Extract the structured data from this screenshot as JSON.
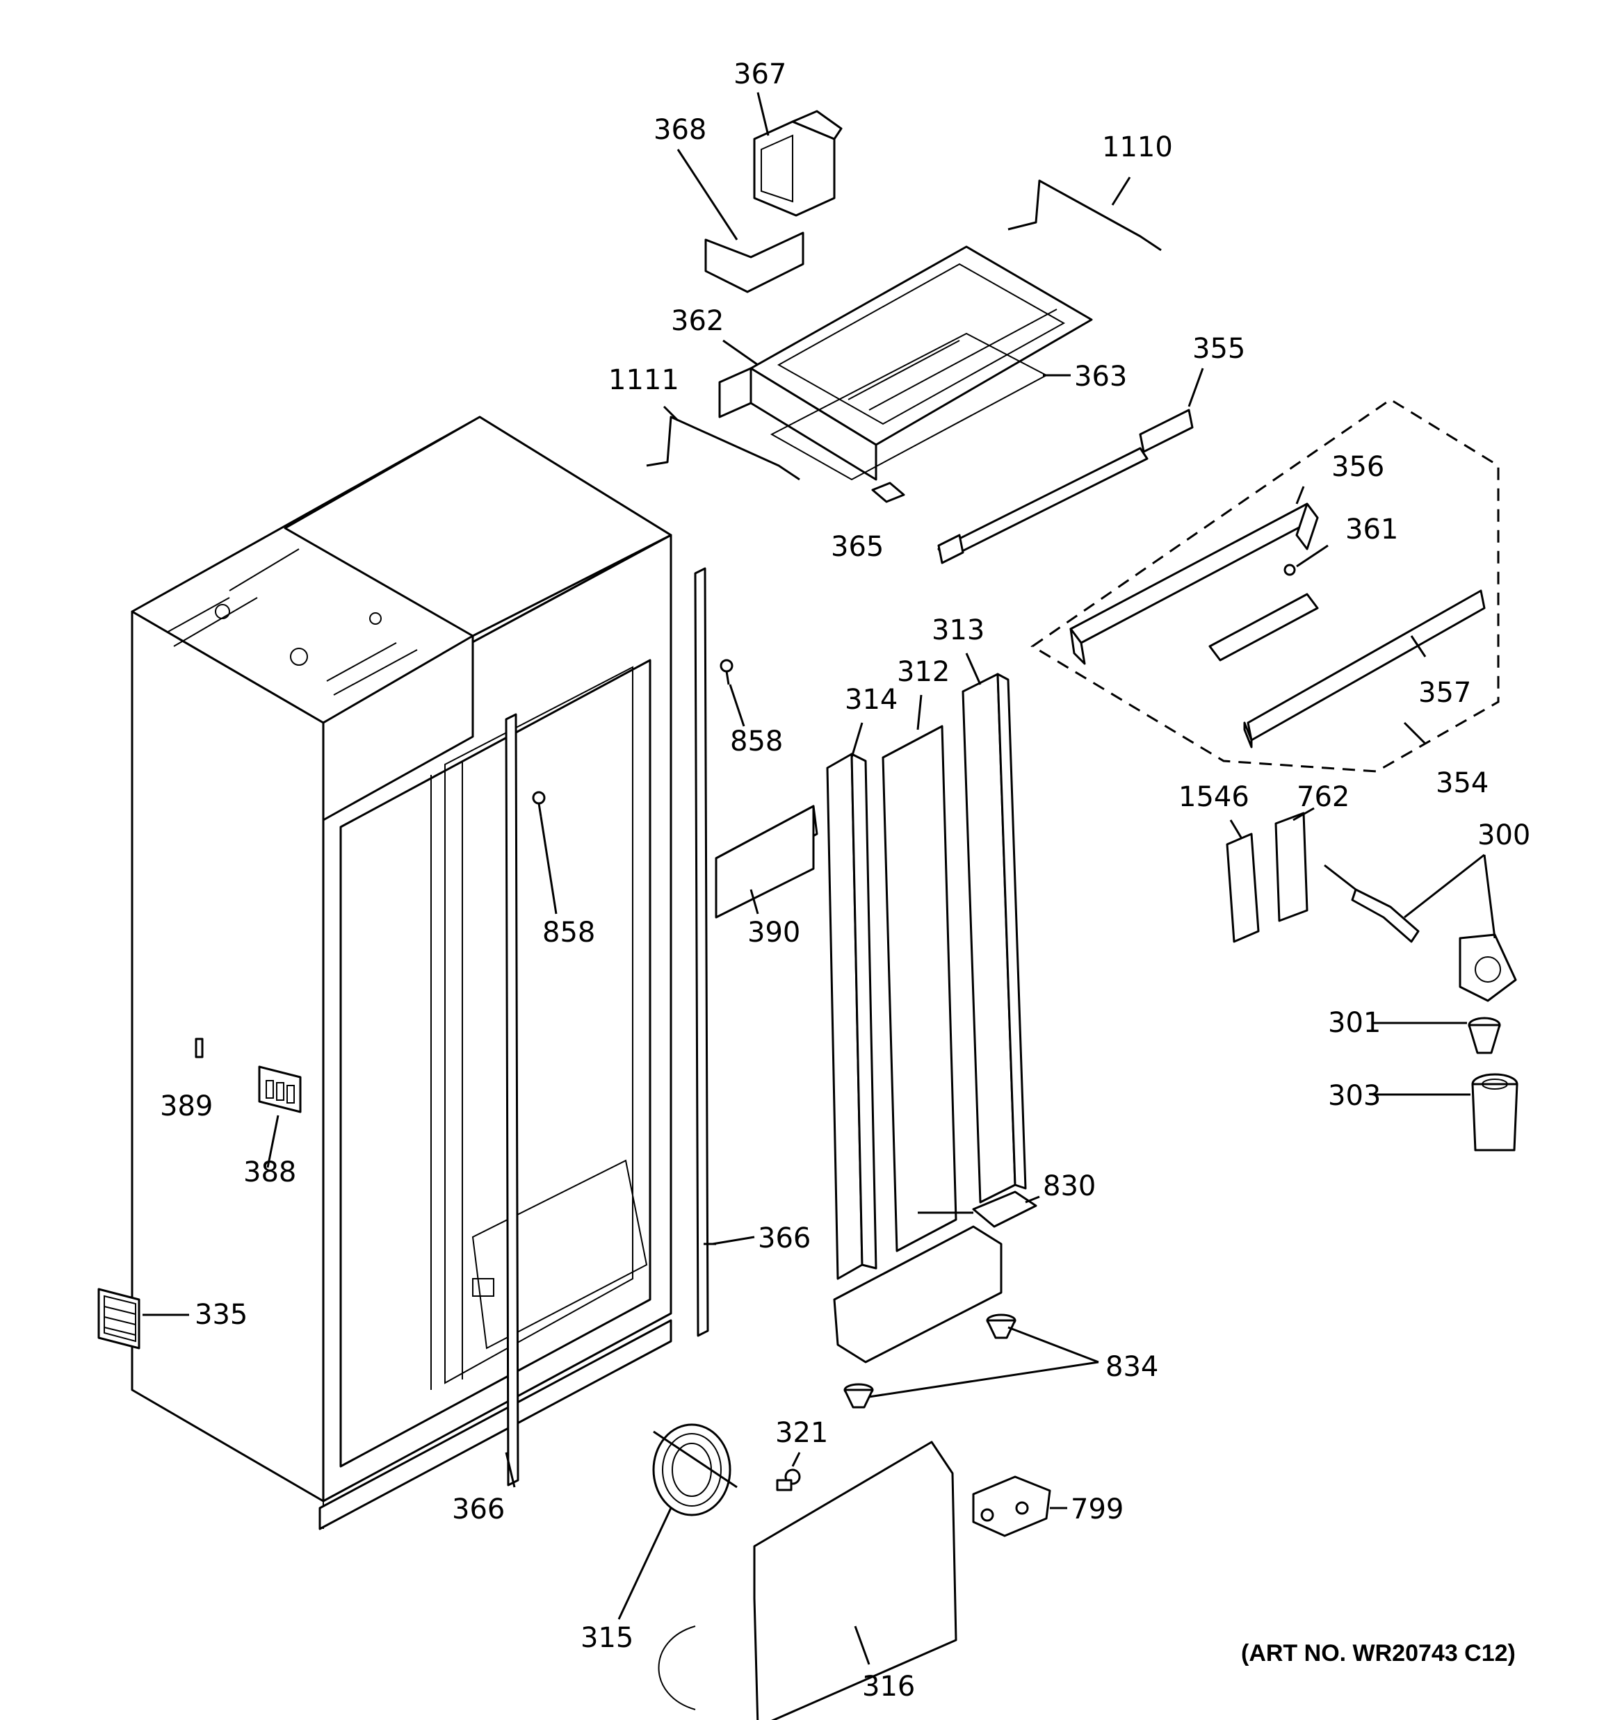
{
  "art_number": "(ART NO. WR20743 C12)",
  "labels": {
    "l300": "300",
    "l301": "301",
    "l303": "303",
    "l312": "312",
    "l313": "313",
    "l314": "314",
    "l315": "315",
    "l316": "316",
    "l321": "321",
    "l335": "335",
    "l354": "354",
    "l355": "355",
    "l356": "356",
    "l357": "357",
    "l361": "361",
    "l362": "362",
    "l363": "363",
    "l365": "365",
    "l366a": "366",
    "l366b": "366",
    "l367": "367",
    "l368": "368",
    "l388": "388",
    "l389": "389",
    "l390": "390",
    "l762": "762",
    "l799": "799",
    "l830": "830",
    "l834": "834",
    "l858a": "858",
    "l858b": "858",
    "l1110": "1110",
    "l1111": "1111",
    "l1546": "1546"
  }
}
